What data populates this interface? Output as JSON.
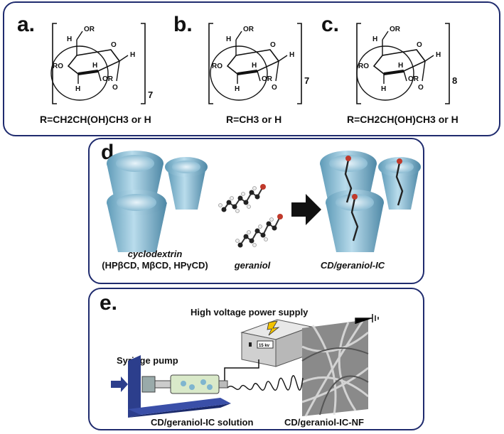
{
  "panel_abc": {
    "a": {
      "label": "a.",
      "repeat": "7",
      "r_text": "R=CH2CH(OH)CH3 or H",
      "r_sub": "3"
    },
    "b": {
      "label": "b.",
      "repeat": "7",
      "r_text": "R=CH3 or H"
    },
    "c": {
      "label": "c.",
      "repeat": "8",
      "r_text": "R=CH2CH(OH)CH3 or H"
    },
    "atoms": {
      "or": "OR",
      "ro": "RO",
      "h": "H",
      "o": "O"
    }
  },
  "panel_d": {
    "label": "d.",
    "cd_title": "cyclodextrin",
    "cd_types": "(HPβCD, MβCD, HPγCD)",
    "geraniol": "geraniol",
    "complex": "CD/geraniol-IC"
  },
  "panel_e": {
    "label": "e.",
    "power_supply": "High voltage power supply",
    "voltage": "15 kv",
    "syringe_pump": "Syringe pump",
    "solution": "CD/geraniol-IC solution",
    "nanofiber": "CD/geraniol-IC-NF"
  },
  "colors": {
    "border": "#1f2b6e",
    "cone": "#7fb5cf",
    "arrow": "#111111",
    "oxygen": "#c0392b"
  }
}
